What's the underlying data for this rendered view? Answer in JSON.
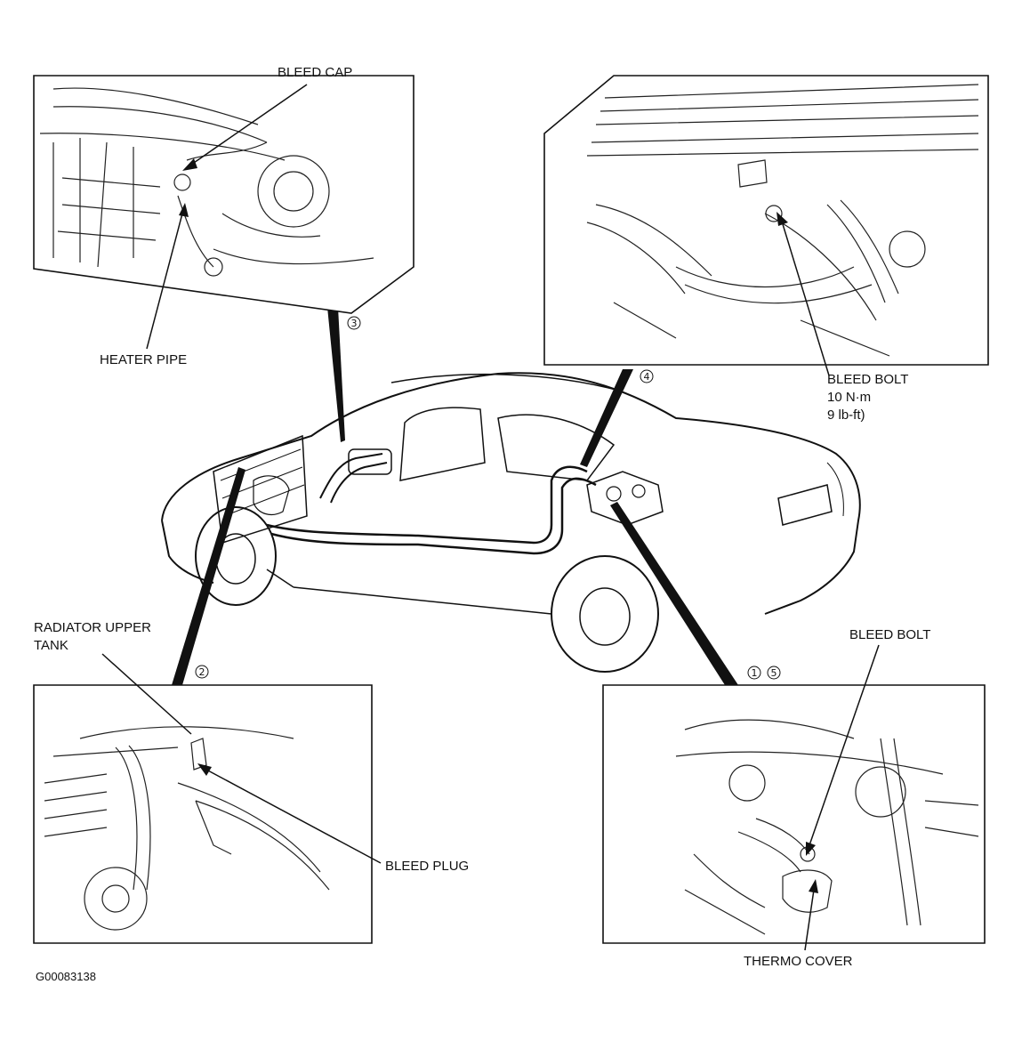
{
  "labels": {
    "bleed_cap": "BLEED CAP",
    "heater_pipe": "HEATER PIPE",
    "bleed_bolt_top": "BLEED BOLT",
    "torque_nm": "10 N·m",
    "torque_lbft": "9 lb-ft)",
    "radiator_upper_line1": "RADIATOR UPPER",
    "radiator_upper_line2": "TANK",
    "bleed_plug": "BLEED PLUG",
    "bleed_bolt_bottom": "BLEED BOLT",
    "thermo_cover": "THERMO COVER",
    "figure_id": "G00083138"
  },
  "callouts": {
    "c1": "1",
    "c2": "2",
    "c3": "3",
    "c4": "4",
    "c5": "5"
  }
}
